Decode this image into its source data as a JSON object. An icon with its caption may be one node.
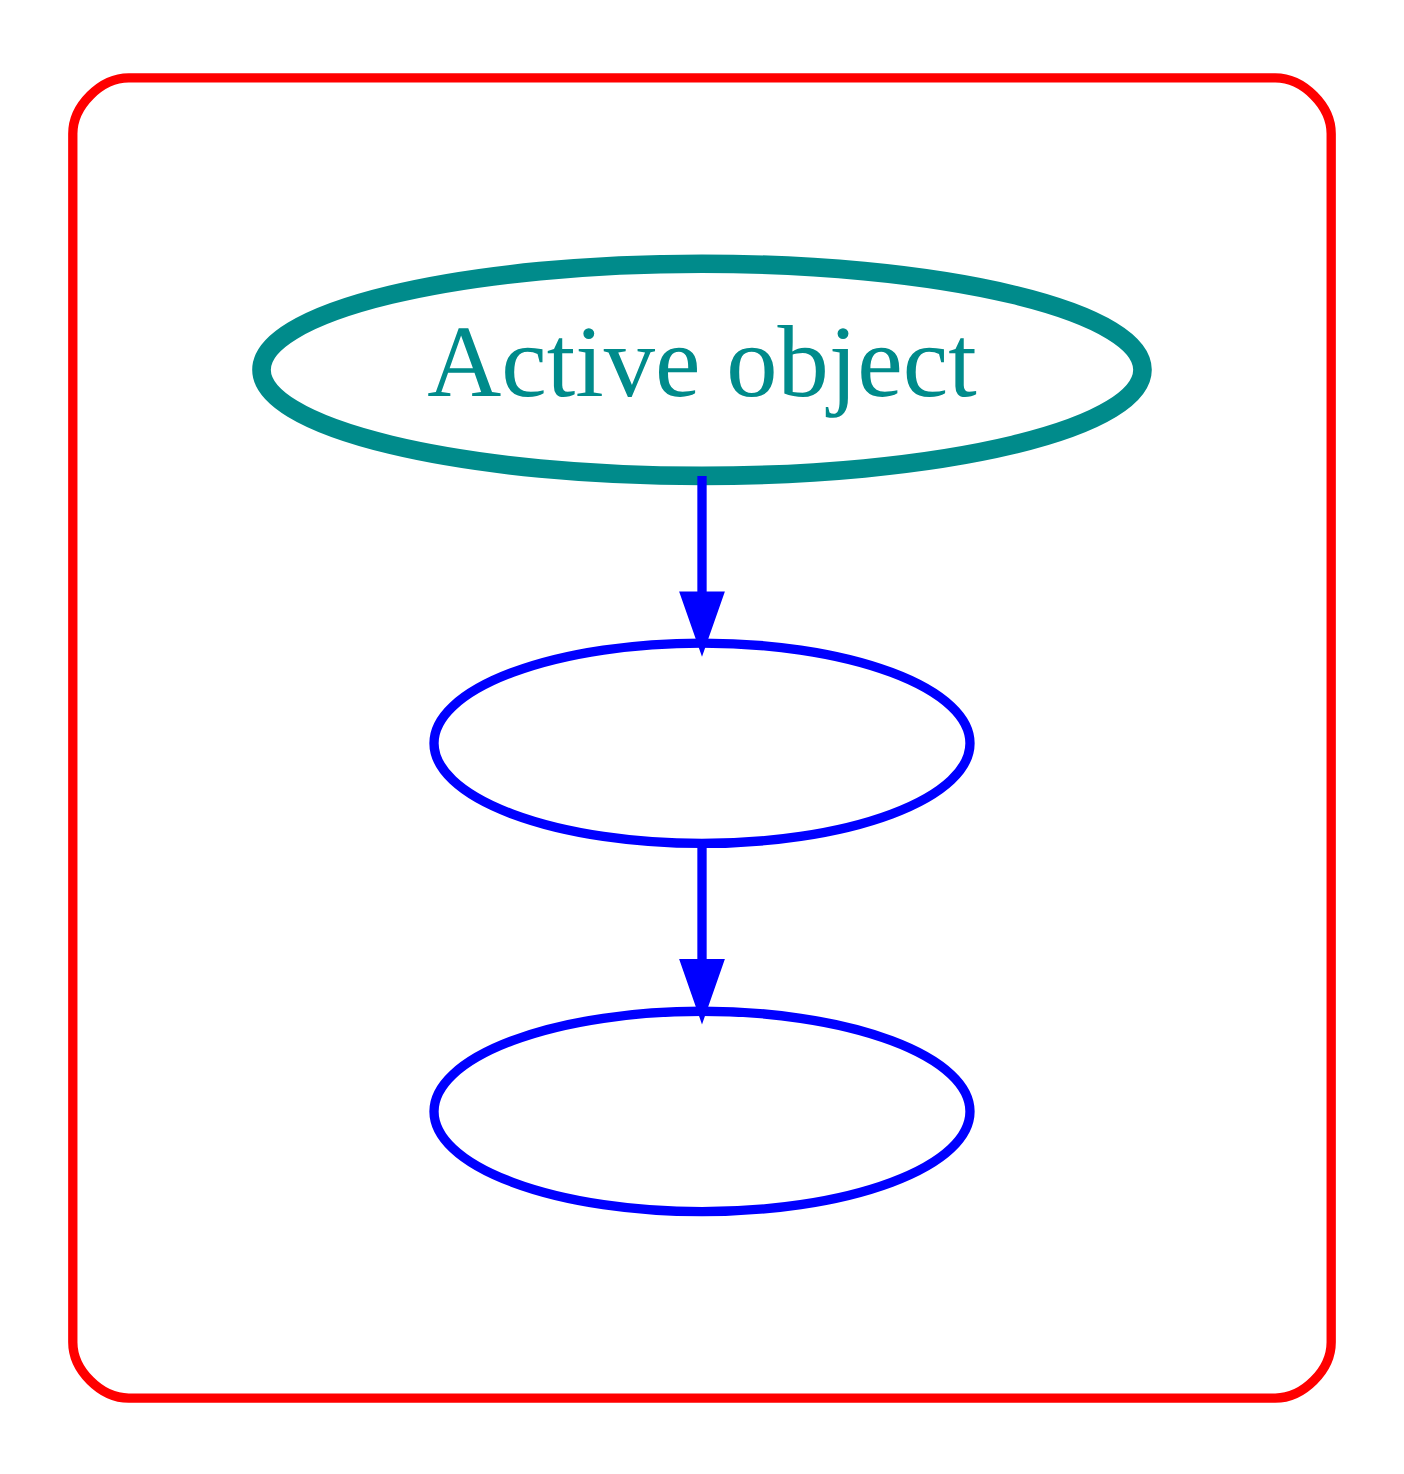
{
  "diagram": {
    "nodes": [
      {
        "text": [],
        "shape": "box"
      },
      {
        "text": [
          "Active object"
        ],
        "in": 0
      },
      {
        "text": [],
        "shape": "ellipse",
        "in": 0
      },
      {
        "text": [],
        "shape": "ellipse",
        "in": 0
      }
    ],
    "edges": [
      {
        "from": 1,
        "to": 2,
        "arrow": "to"
      },
      {
        "from": 2,
        "to": 3,
        "arrow": "to"
      }
    ]
  }
}
